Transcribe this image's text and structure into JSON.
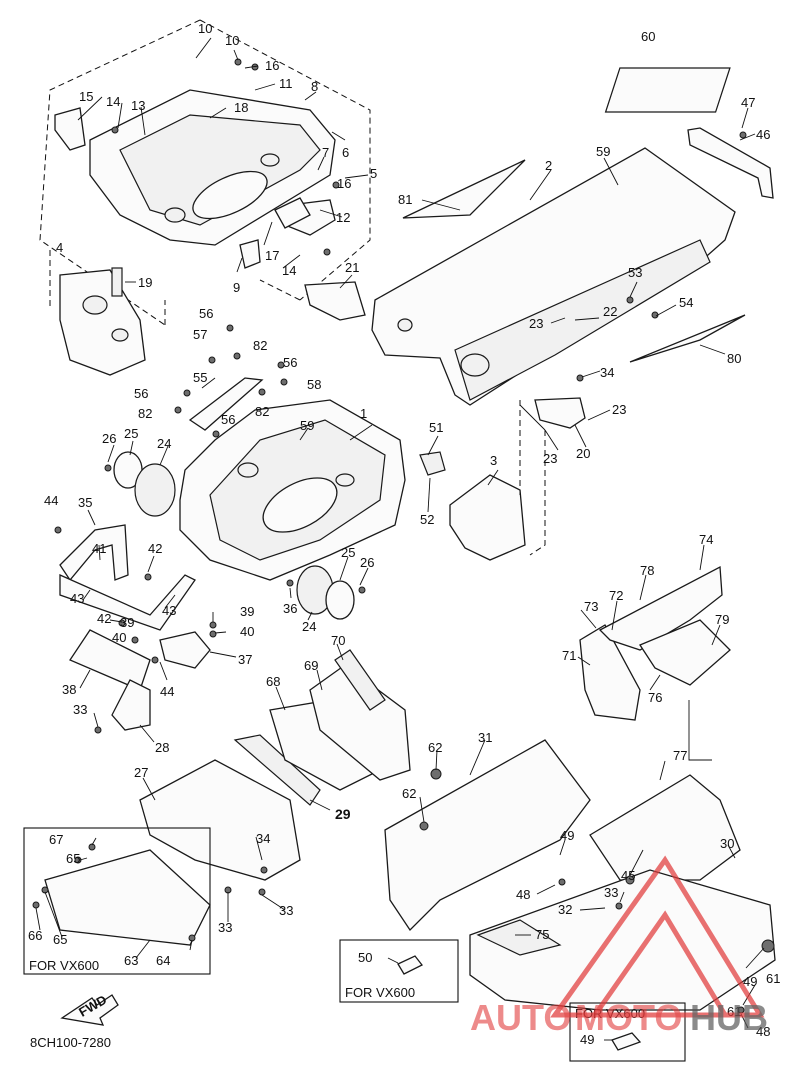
{
  "labels": {
    "n1": "1",
    "n2": "2",
    "n3": "3",
    "n4": "4",
    "n5": "5",
    "n6": "6",
    "n7": "7",
    "n8": "8",
    "n9": "9",
    "n10": "10",
    "n11": "11",
    "n12": "12",
    "n13": "13",
    "n14": "14",
    "n15": "15",
    "n16": "16",
    "n17": "17",
    "n18": "18",
    "n19": "19",
    "n20": "20",
    "n21": "21",
    "n22": "22",
    "n23": "23",
    "n24": "24",
    "n25": "25",
    "n26": "26",
    "n27": "27",
    "n28": "28",
    "n29": "29",
    "n30": "30",
    "n31": "31",
    "n32": "32",
    "n33": "33",
    "n34": "34",
    "n35": "35",
    "n36": "36",
    "n37": "37",
    "n38": "38",
    "n39": "39",
    "n40": "40",
    "n41": "41",
    "n42": "42",
    "n43": "43",
    "n44": "44",
    "n45": "45",
    "n46": "46",
    "n47": "47",
    "n48": "48",
    "n49": "49",
    "n50": "50",
    "n51": "51",
    "n52": "52",
    "n53": "53",
    "n54": "54",
    "n55": "55",
    "n56": "56",
    "n57": "57",
    "n58": "58",
    "n59": "59",
    "n60": "60",
    "n61": "61",
    "n62": "62",
    "n63": "63",
    "n64": "64",
    "n65": "65",
    "n66": "66",
    "n67": "67",
    "n68": "68",
    "n69": "69",
    "n70": "70",
    "n71": "71",
    "n72": "72",
    "n73": "73",
    "n74": "74",
    "n75": "75",
    "n76": "76",
    "n77": "77",
    "n78": "78",
    "n79": "79",
    "n80": "80",
    "n81": "81",
    "n82": "82"
  },
  "notes": {
    "for_vx600_left": "FOR VX600",
    "for_vx600_mid": "FOR VX600",
    "for_vx600_right": "FOR VX600",
    "fwd": "FWD",
    "drawing_code": "8CH100-7280"
  },
  "watermark": {
    "text_auto": "AUTO",
    "text_moto": "MOTO",
    "text_hub": "HUB",
    "colors": {
      "red": "#e03a3a",
      "gray": "#555555"
    }
  }
}
